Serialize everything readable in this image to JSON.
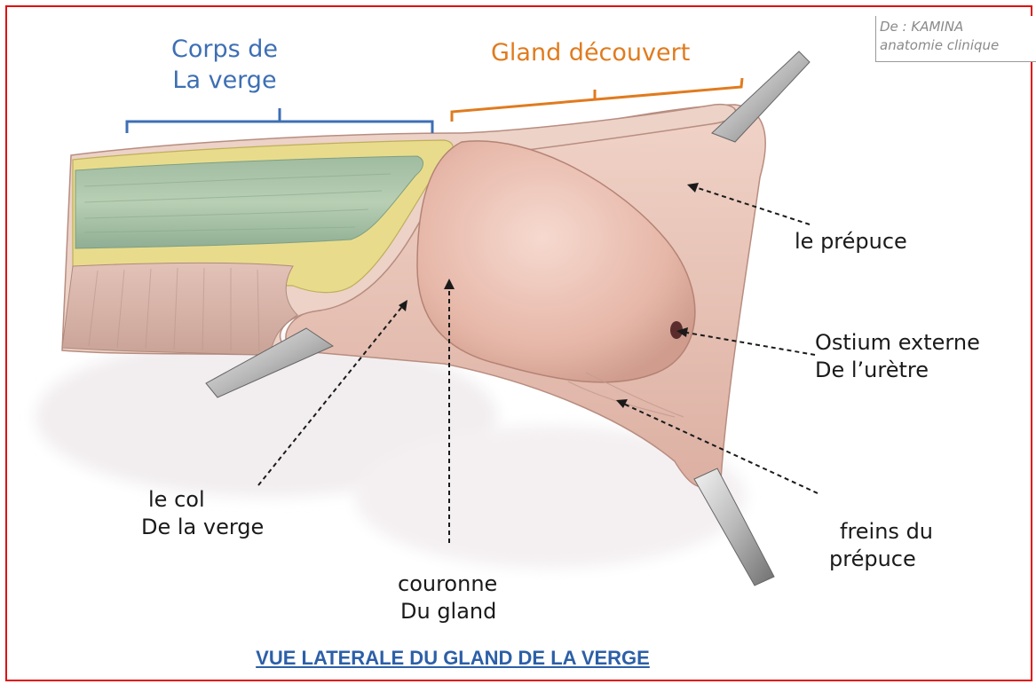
{
  "labels": {
    "corps_line1": "Corps de",
    "corps_line2": "La verge",
    "gland_decouvert": "Gland découvert",
    "prepuce": "le prépuce",
    "ostium_line1": "Ostium externe",
    "ostium_line2": "De l’urètre",
    "col_line1": "le col",
    "col_line2": "De la verge",
    "couronne_line1": "couronne",
    "couronne_line2": "Du gland",
    "freins_line1": "freins du",
    "freins_line2": "prépuce"
  },
  "credit": {
    "line1": "De : KAMINA",
    "line2": "anatomie clinique"
  },
  "caption": "VUE LATERALE DU GLAND DE LA VERGE",
  "colors": {
    "border": "#e01010",
    "blue_bracket": "#3d6fb4",
    "orange_bracket": "#e07b1e",
    "caption": "#2c5fa8",
    "skin": "#e8c4b8",
    "gland": "#e9bfb2",
    "corpus": "#a9c2a6",
    "fat": "#e6d98a"
  }
}
